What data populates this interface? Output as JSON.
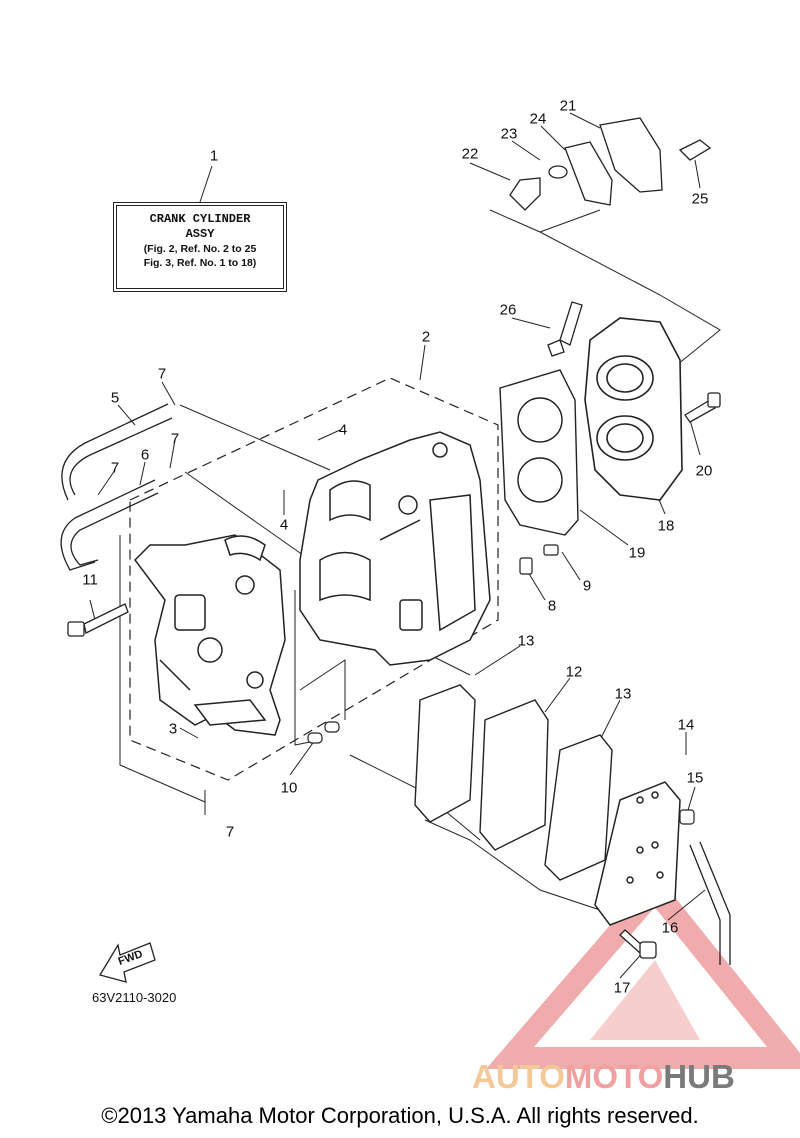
{
  "assembly_label": {
    "line1": "CRANK CYLINDER",
    "line2": "ASSY",
    "line3": "(Fig. 2, Ref. No. 2 to 25",
    "line4": "Fig. 3, Ref. No. 1 to 18)"
  },
  "callouts": [
    "1",
    "2",
    "3",
    "4",
    "4",
    "5",
    "6",
    "7",
    "7",
    "7",
    "7",
    "8",
    "9",
    "10",
    "11",
    "12",
    "13",
    "13",
    "14",
    "15",
    "16",
    "17",
    "18",
    "19",
    "20",
    "21",
    "22",
    "23",
    "24",
    "25",
    "26"
  ],
  "fwd_label": "FWD",
  "figure_code": "63V2110-3020",
  "watermark": {
    "part1": "AUTO",
    "part2": "MOTO",
    "part3": "HUB"
  },
  "copyright": "©2013 Yamaha Motor Corporation, U.S.A. All rights reserved.",
  "colors": {
    "line": "#222222",
    "watermark_red": "#e46a6a",
    "watermark_orange": "#f3c99a",
    "watermark_gray": "#7a7a7a"
  }
}
